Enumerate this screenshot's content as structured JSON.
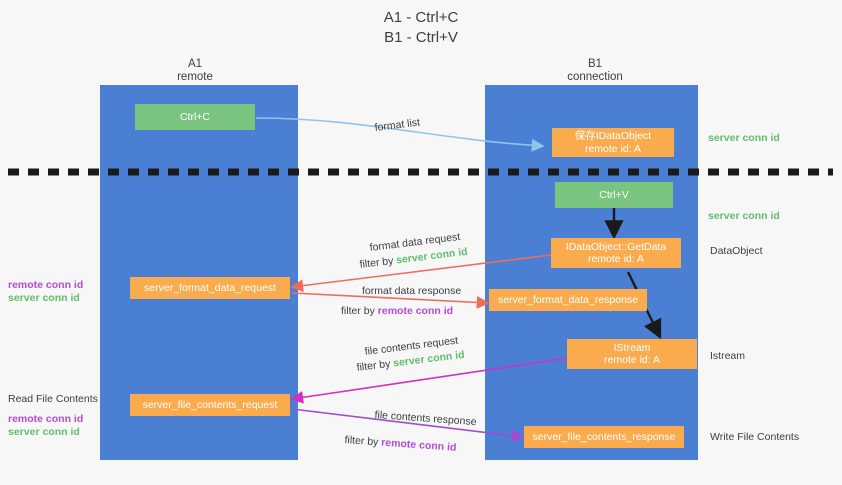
{
  "title": "A1 - Ctrl+C\nB1 - Ctrl+V",
  "colors": {
    "lane": "#4a7fd4",
    "green_box": "#7ac47f",
    "orange_box": "#f9ab4e",
    "server_conn_id": "#5fbd6b",
    "remote_conn_id": "#b44bd4",
    "arrow_blue": "#8ec5f0",
    "arrow_red": "#ef6c5a",
    "arrow_magenta": "#d42fc0",
    "arrow_purple": "#a14bd4",
    "arrow_black": "#1a1a1a",
    "background": "#f7f7f7"
  },
  "columns": {
    "left": {
      "name": "A1",
      "role": "remote",
      "header": "A1\nremote"
    },
    "right": {
      "name": "B1",
      "role": "connection",
      "header": "B1\nconnection"
    }
  },
  "boxes": {
    "ctrl_c": "Ctrl+C",
    "save_idataobject": "保存IDataObject\nremote id: A",
    "ctrl_v": "Ctrl+V",
    "getdata": "IDataObject::GetData\nremote id: A",
    "istream": "IStream\nremote id: A",
    "server_format_data_request": "server_format_data_request",
    "server_format_data_response": "server_format_data_response",
    "server_file_contents_request": "server_file_contents_request",
    "server_file_contents_response": "server_file_contents_response"
  },
  "arrow_labels": {
    "format_list": "format list",
    "format_data_request": "format data request",
    "format_data_request_filter_prefix": "filter by ",
    "format_data_request_filter_value": "server conn id",
    "format_data_response": "format data response",
    "format_data_response_filter_prefix": "filter by ",
    "format_data_response_filter_value": "remote conn id",
    "file_contents_request": "file contents request",
    "file_contents_request_filter_prefix": "filter by ",
    "file_contents_request_filter_value": "server conn id",
    "file_contents_response": "file contents response",
    "file_contents_response_filter_prefix": "filter by ",
    "file_contents_response_filter_value": "remote conn id"
  },
  "right_annotations": {
    "server_conn_id_top": "server conn id",
    "server_conn_id_mid": "server conn id",
    "dataobject": "DataObject",
    "istream": "Istream",
    "write_file_contents": "Write File Contents"
  },
  "left_annotations": {
    "remote_conn_id_mid": "remote conn id",
    "server_conn_id_mid": "server conn id",
    "read_file_contents": "Read File Contents",
    "remote_conn_id_bottom": "remote conn id",
    "server_conn_id_bottom": "server conn id"
  }
}
